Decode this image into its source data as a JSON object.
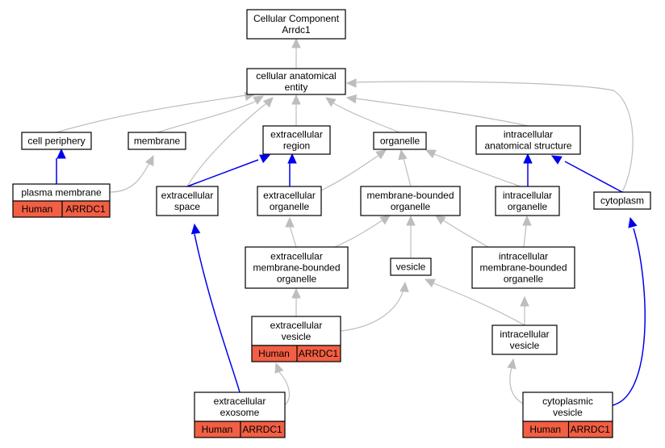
{
  "graph_title": [
    "Cellular Component",
    "Arrdc1"
  ],
  "nodes": {
    "cellular_anatomical_entity": [
      "cellular anatomical",
      "entity"
    ],
    "cell_periphery": [
      "cell periphery"
    ],
    "membrane": [
      "membrane"
    ],
    "extracellular_region": [
      "extracellular",
      "region"
    ],
    "organelle": [
      "organelle"
    ],
    "intracellular_anatomical_structure": [
      "intracellular",
      "anatomical structure"
    ],
    "plasma_membrane": [
      "plasma membrane"
    ],
    "extracellular_space": [
      "extracellular",
      "space"
    ],
    "extracellular_organelle": [
      "extracellular",
      "organelle"
    ],
    "membrane_bounded_organelle": [
      "membrane-bounded",
      "organelle"
    ],
    "intracellular_organelle": [
      "intracellular",
      "organelle"
    ],
    "cytoplasm": [
      "cytoplasm"
    ],
    "extracellular_membrane_bounded_organelle": [
      "extracellular",
      "membrane-bounded",
      "organelle"
    ],
    "vesicle": [
      "vesicle"
    ],
    "intracellular_membrane_bounded_organelle": [
      "intracellular",
      "membrane-bounded",
      "organelle"
    ],
    "extracellular_vesicle": [
      "extracellular",
      "vesicle"
    ],
    "intracellular_vesicle": [
      "intracellular",
      "vesicle"
    ],
    "extracellular_exosome": [
      "extracellular",
      "exosome"
    ],
    "cytoplasmic_vesicle": [
      "cytoplasmic",
      "vesicle"
    ]
  },
  "annotations": {
    "plasma_membrane": [
      "Human",
      "ARRDC1"
    ],
    "extracellular_vesicle": [
      "Human",
      "ARRDC1"
    ],
    "extracellular_exosome": [
      "Human",
      "ARRDC1"
    ],
    "cytoplasmic_vesicle": [
      "Human",
      "ARRDC1"
    ]
  },
  "colors": {
    "annotation_fill": "#f25f44",
    "edge_is_a": "#bdbdbd",
    "edge_part_of": "#0000ee"
  }
}
